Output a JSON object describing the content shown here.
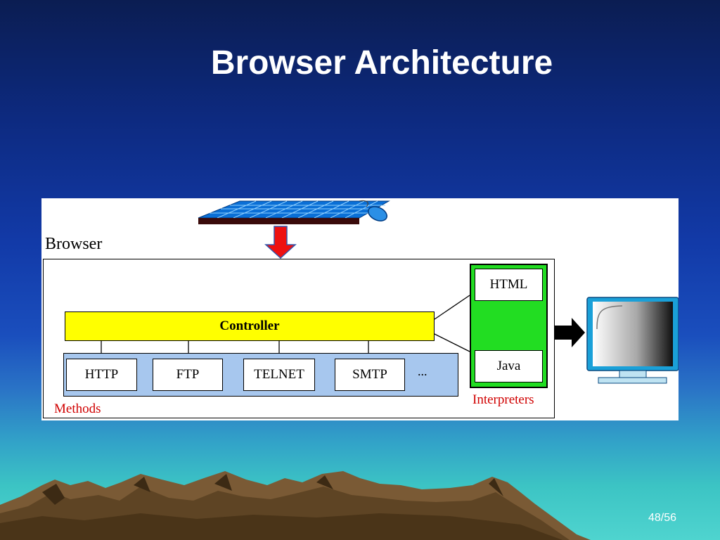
{
  "slide": {
    "title": "Browser Architecture",
    "page_number": "48/56"
  },
  "diagram": {
    "browser_label": "Browser",
    "controller_label": "Controller",
    "methods": [
      "HTTP",
      "FTP",
      "TELNET",
      "SMTP"
    ],
    "methods_more": "...",
    "methods_label": "Methods",
    "interpreters": [
      "HTML",
      "Java"
    ],
    "interpreters_label": "Interpreters"
  },
  "colors": {
    "controller": "#ffff00",
    "methods_background": "#a7c7ee",
    "interpreters_background": "#22dd22",
    "label_text": "#d00000",
    "input_arrow": "#ee1111"
  },
  "icons": [
    "keyboard-icon",
    "mouse-icon",
    "input-arrow-icon",
    "output-arrow-icon",
    "monitor-icon"
  ]
}
